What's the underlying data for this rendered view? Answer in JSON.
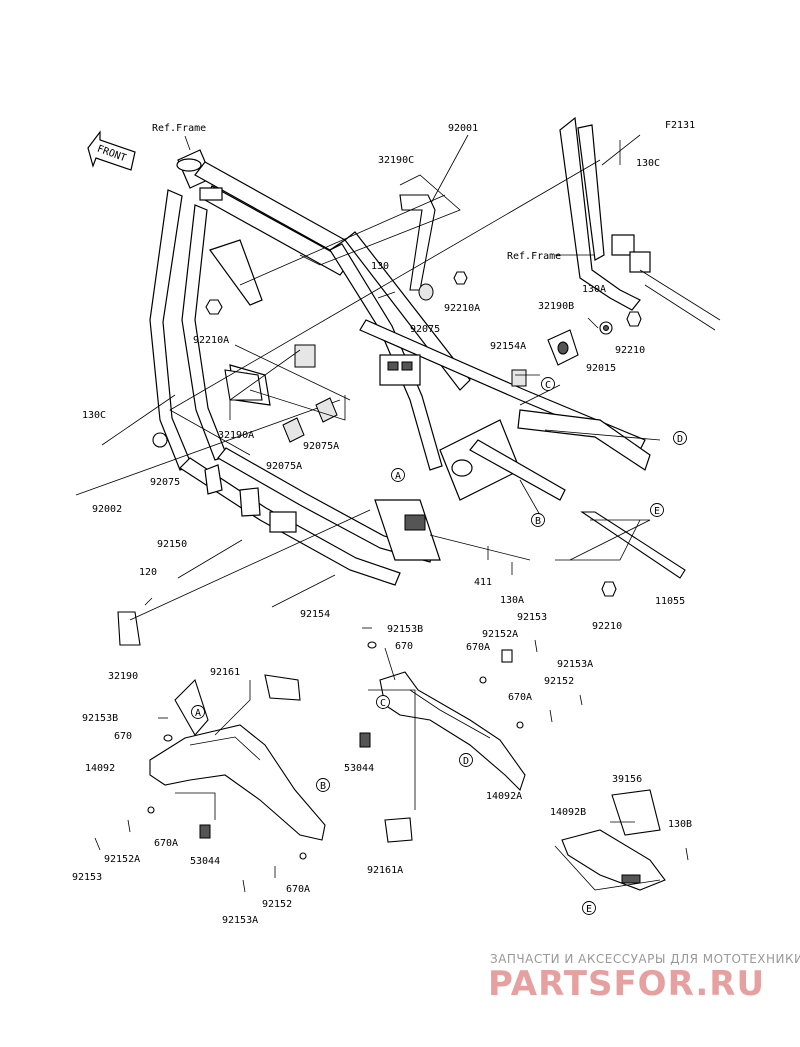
{
  "diagram": {
    "code": "F2131",
    "front_label": "FRONT",
    "ref_frame_labels": [
      "Ref.Frame",
      "Ref.Frame"
    ],
    "callout_letters": [
      "A",
      "B",
      "C",
      "D",
      "E"
    ],
    "part_labels": [
      "92001",
      "32190C",
      "130C",
      "130",
      "92210A",
      "92075",
      "130A",
      "32190B",
      "92154A",
      "92210",
      "92015",
      "92210A",
      "130C",
      "32190A",
      "92075A",
      "92075A",
      "92075",
      "92002",
      "92150",
      "120",
      "411",
      "130A",
      "11055",
      "92210",
      "92154",
      "32190",
      "92153B",
      "670",
      "92152A",
      "92153",
      "670A",
      "92161",
      "92153A",
      "92152",
      "670A",
      "92153B",
      "670",
      "14092",
      "53044",
      "14092A",
      "39156",
      "14092B",
      "130B",
      "670A",
      "53044",
      "92153",
      "92152A",
      "670A",
      "92152",
      "92153A",
      "92161A"
    ]
  },
  "watermark": {
    "tagline": "ЗАПЧАСТИ И АКСЕССУАРЫ ДЛЯ МОТОТЕХНИКИ",
    "brand": "PARTSFOR.RU"
  }
}
